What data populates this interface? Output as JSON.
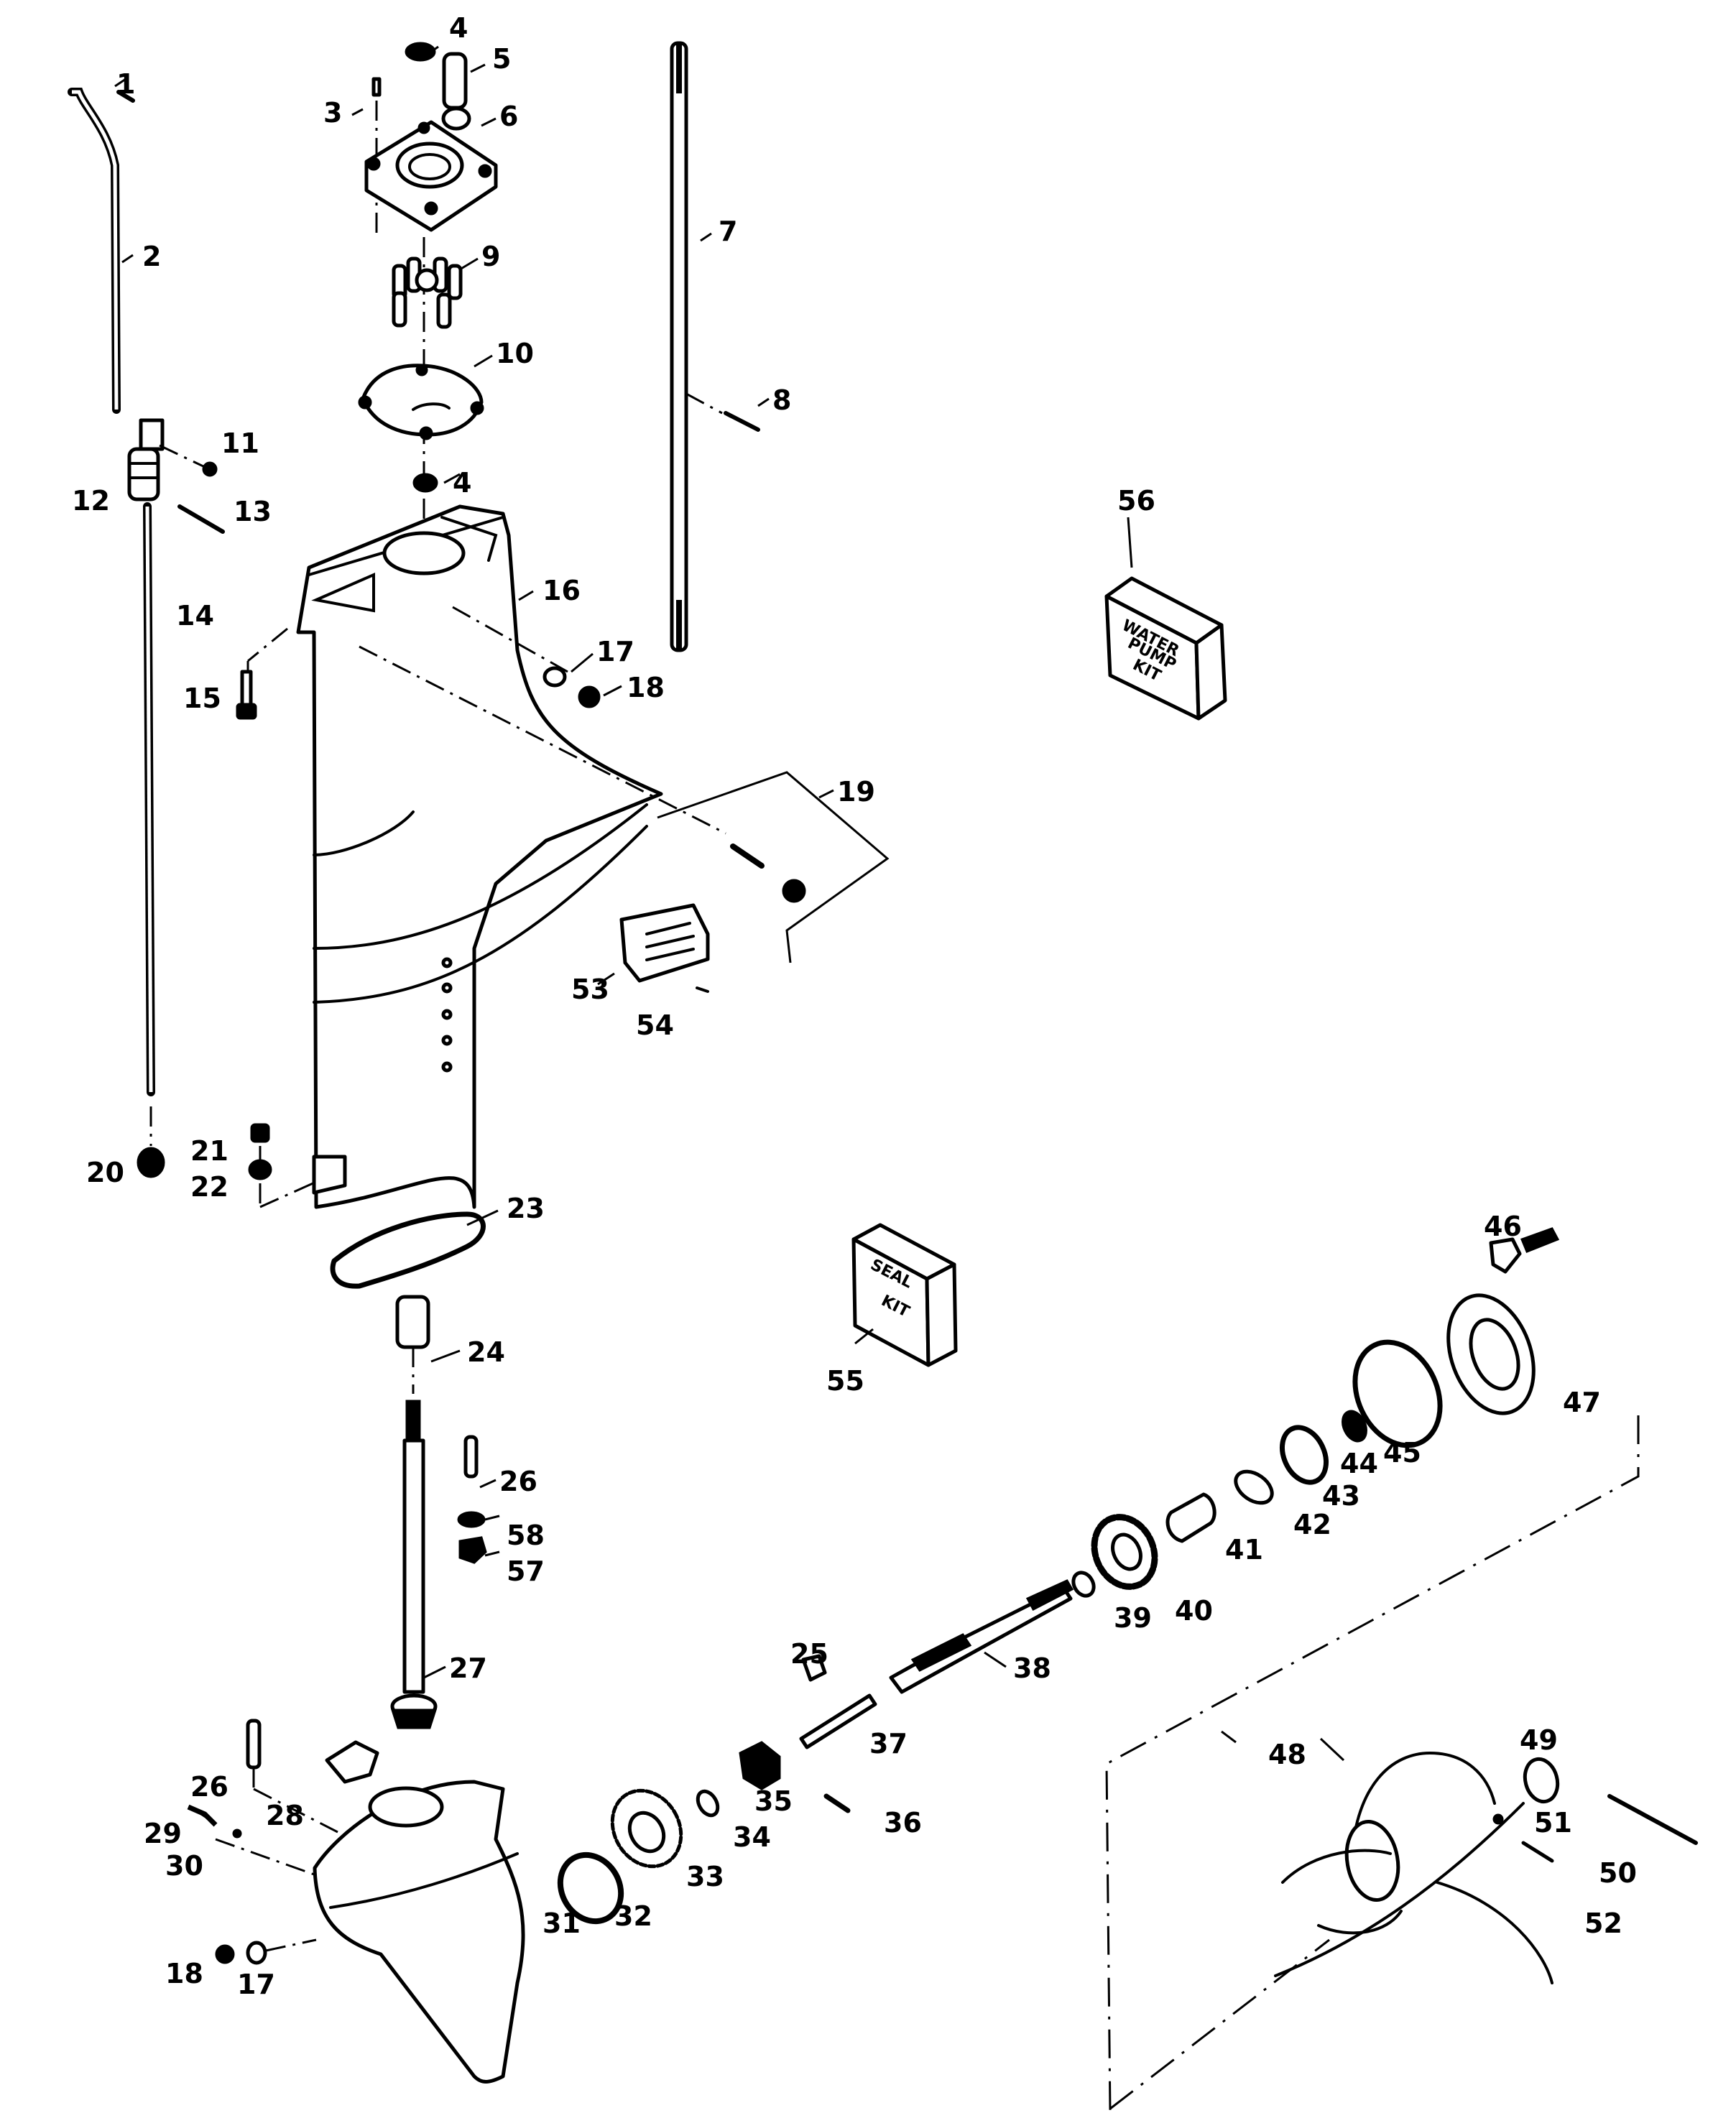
{
  "diagram": {
    "type": "exploded-parts-diagram",
    "subject": "Outboard lower unit / gearcase",
    "kits": {
      "water_pump_kit": {
        "callout": "56",
        "lines": [
          "WATER",
          "PUMP",
          "KIT"
        ]
      },
      "seal_kit": {
        "callout": "55",
        "lines": [
          "SEAL",
          "KIT"
        ]
      }
    },
    "callouts": [
      {
        "id": "1",
        "label": "1"
      },
      {
        "id": "2",
        "label": "2"
      },
      {
        "id": "3",
        "label": "3"
      },
      {
        "id": "4a",
        "label": "4"
      },
      {
        "id": "4b",
        "label": "4"
      },
      {
        "id": "5",
        "label": "5"
      },
      {
        "id": "6",
        "label": "6"
      },
      {
        "id": "7",
        "label": "7"
      },
      {
        "id": "8",
        "label": "8"
      },
      {
        "id": "9",
        "label": "9"
      },
      {
        "id": "10",
        "label": "10"
      },
      {
        "id": "11",
        "label": "11"
      },
      {
        "id": "12",
        "label": "12"
      },
      {
        "id": "13",
        "label": "13"
      },
      {
        "id": "14",
        "label": "14"
      },
      {
        "id": "15",
        "label": "15"
      },
      {
        "id": "16",
        "label": "16"
      },
      {
        "id": "17a",
        "label": "17"
      },
      {
        "id": "18a",
        "label": "18"
      },
      {
        "id": "19",
        "label": "19"
      },
      {
        "id": "20",
        "label": "20"
      },
      {
        "id": "21",
        "label": "21"
      },
      {
        "id": "22",
        "label": "22"
      },
      {
        "id": "23",
        "label": "23"
      },
      {
        "id": "24",
        "label": "24"
      },
      {
        "id": "25",
        "label": "25"
      },
      {
        "id": "26a",
        "label": "26"
      },
      {
        "id": "26b",
        "label": "26"
      },
      {
        "id": "27",
        "label": "27"
      },
      {
        "id": "28",
        "label": "28"
      },
      {
        "id": "29",
        "label": "29"
      },
      {
        "id": "30",
        "label": "30"
      },
      {
        "id": "31",
        "label": "31"
      },
      {
        "id": "32",
        "label": "32"
      },
      {
        "id": "33",
        "label": "33"
      },
      {
        "id": "34",
        "label": "34"
      },
      {
        "id": "35",
        "label": "35"
      },
      {
        "id": "36",
        "label": "36"
      },
      {
        "id": "37",
        "label": "37"
      },
      {
        "id": "38",
        "label": "38"
      },
      {
        "id": "39",
        "label": "39"
      },
      {
        "id": "40",
        "label": "40"
      },
      {
        "id": "41",
        "label": "41"
      },
      {
        "id": "42",
        "label": "42"
      },
      {
        "id": "43",
        "label": "43"
      },
      {
        "id": "44",
        "label": "44"
      },
      {
        "id": "45",
        "label": "45"
      },
      {
        "id": "46",
        "label": "46"
      },
      {
        "id": "47",
        "label": "47"
      },
      {
        "id": "48",
        "label": "48"
      },
      {
        "id": "49",
        "label": "49"
      },
      {
        "id": "50",
        "label": "50"
      },
      {
        "id": "51",
        "label": "51"
      },
      {
        "id": "52",
        "label": "52"
      },
      {
        "id": "53",
        "label": "53"
      },
      {
        "id": "54",
        "label": "54"
      },
      {
        "id": "55",
        "label": "55"
      },
      {
        "id": "56",
        "label": "56"
      },
      {
        "id": "57",
        "label": "57"
      },
      {
        "id": "58",
        "label": "58"
      },
      {
        "id": "17b",
        "label": "17"
      },
      {
        "id": "18b",
        "label": "18"
      }
    ]
  }
}
